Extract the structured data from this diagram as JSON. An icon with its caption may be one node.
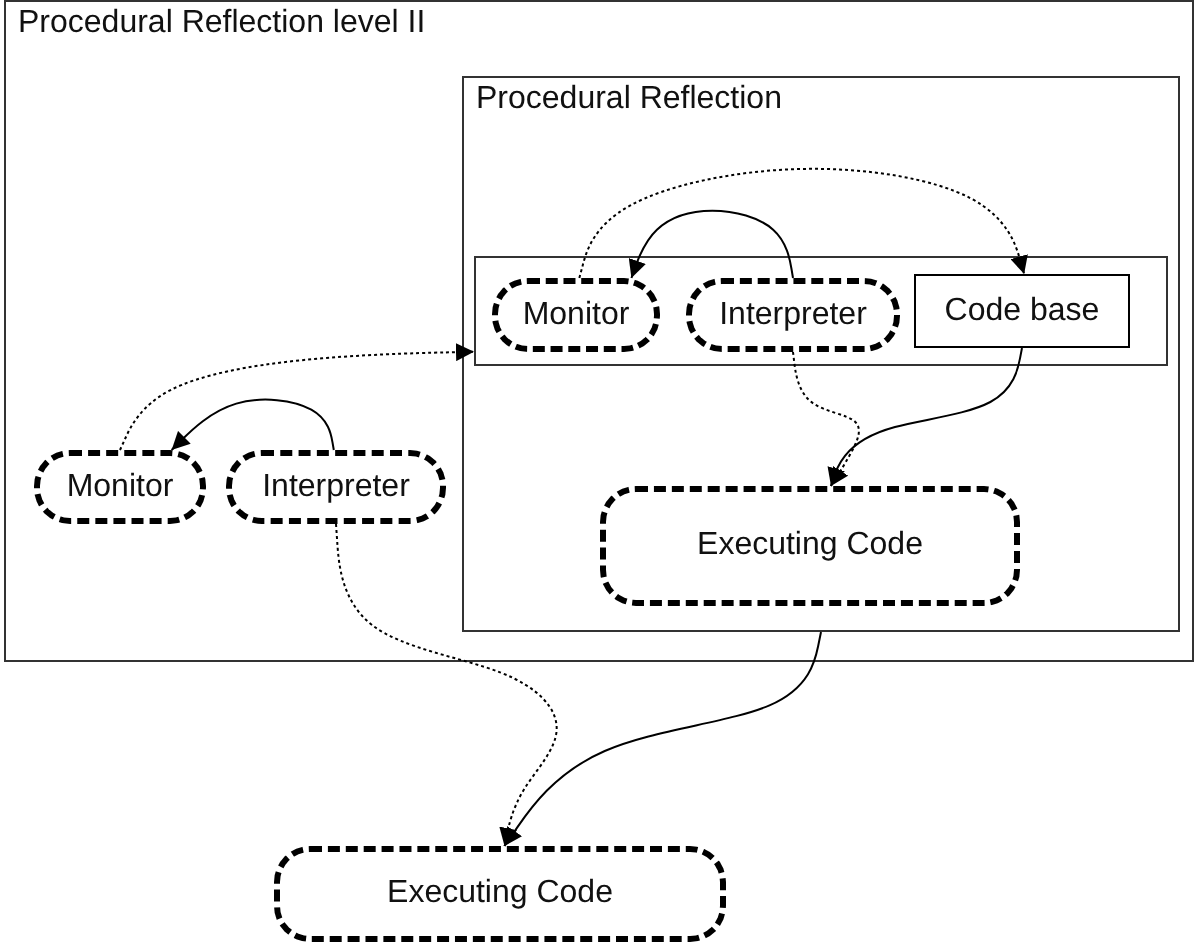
{
  "diagram": {
    "nodes": [
      {
        "text": [
          "Procedural Reflection level II"
        ]
      },
      {
        "text": [
          "Procedural Reflection"
        ],
        "in": 0
      },
      {
        "text": [],
        "shape": "box",
        "in": 1
      },
      {
        "text": [
          "Monitor"
        ],
        "in": 2
      },
      {
        "text": [
          "Interpreter"
        ],
        "in": 2
      },
      {
        "text": [
          "Code base"
        ],
        "in": 2
      },
      {
        "text": [
          "Executing Code"
        ],
        "in": 1
      },
      {
        "text": [
          "Monitor"
        ],
        "in": 0
      },
      {
        "text": [
          "Interpreter"
        ],
        "in": 0
      },
      {
        "text": [
          "Executing Code"
        ]
      }
    ],
    "edges": [
      {
        "from": 4,
        "to": 3,
        "arrow": "to"
      },
      {
        "from": 3,
        "to": 5,
        "arrow": "to",
        "style": "dashed"
      },
      {
        "from": 4,
        "to": 6,
        "arrow": "to",
        "style": "dashed"
      },
      {
        "from": 5,
        "to": 6,
        "arrow": "to"
      },
      {
        "from": 8,
        "to": 7,
        "arrow": "to"
      },
      {
        "from": 7,
        "to": 2,
        "arrow": "to",
        "style": "dashed"
      },
      {
        "from": 8,
        "to": 9,
        "arrow": "to",
        "style": "dashed"
      },
      {
        "from": 1,
        "to": 9,
        "arrow": "to"
      }
    ]
  }
}
